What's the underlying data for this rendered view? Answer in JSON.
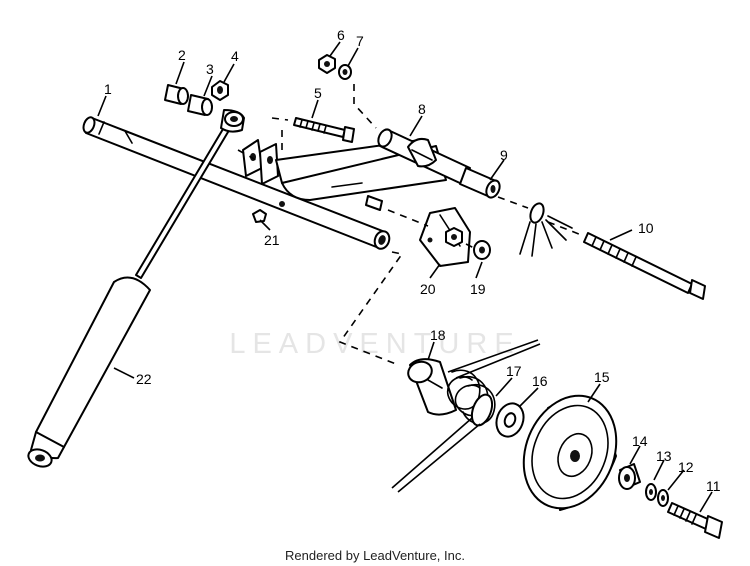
{
  "diagram": {
    "callouts": [
      "1",
      "2",
      "3",
      "4",
      "5",
      "6",
      "7",
      "8",
      "9",
      "10",
      "11",
      "12",
      "13",
      "14",
      "15",
      "16",
      "17",
      "18",
      "19",
      "20",
      "21",
      "22"
    ]
  },
  "watermark": "LEADVENTURE",
  "footer": "Rendered by LeadVenture, Inc."
}
